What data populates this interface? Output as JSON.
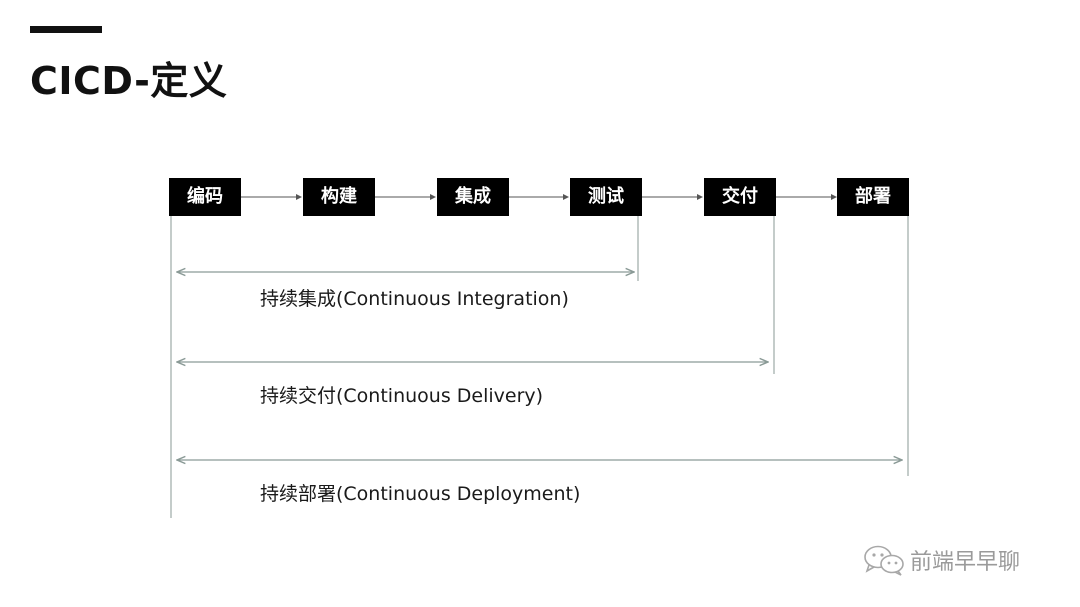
{
  "title": "CICD-定义",
  "steps": [
    "编码",
    "构建",
    "集成",
    "测试",
    "交付",
    "部署"
  ],
  "ranges": [
    {
      "label": "持续集成(Continuous Integration)"
    },
    {
      "label": "持续交付(Continuous Delivery)"
    },
    {
      "label": "持续部署(Continuous Deployment)"
    }
  ],
  "watermark": {
    "text": "前端早早聊",
    "icon": "wechat-icon"
  },
  "colors": {
    "step_bg": "#000000",
    "step_text": "#ffffff",
    "connector": "#555555",
    "range_line": "#8a9a96"
  }
}
